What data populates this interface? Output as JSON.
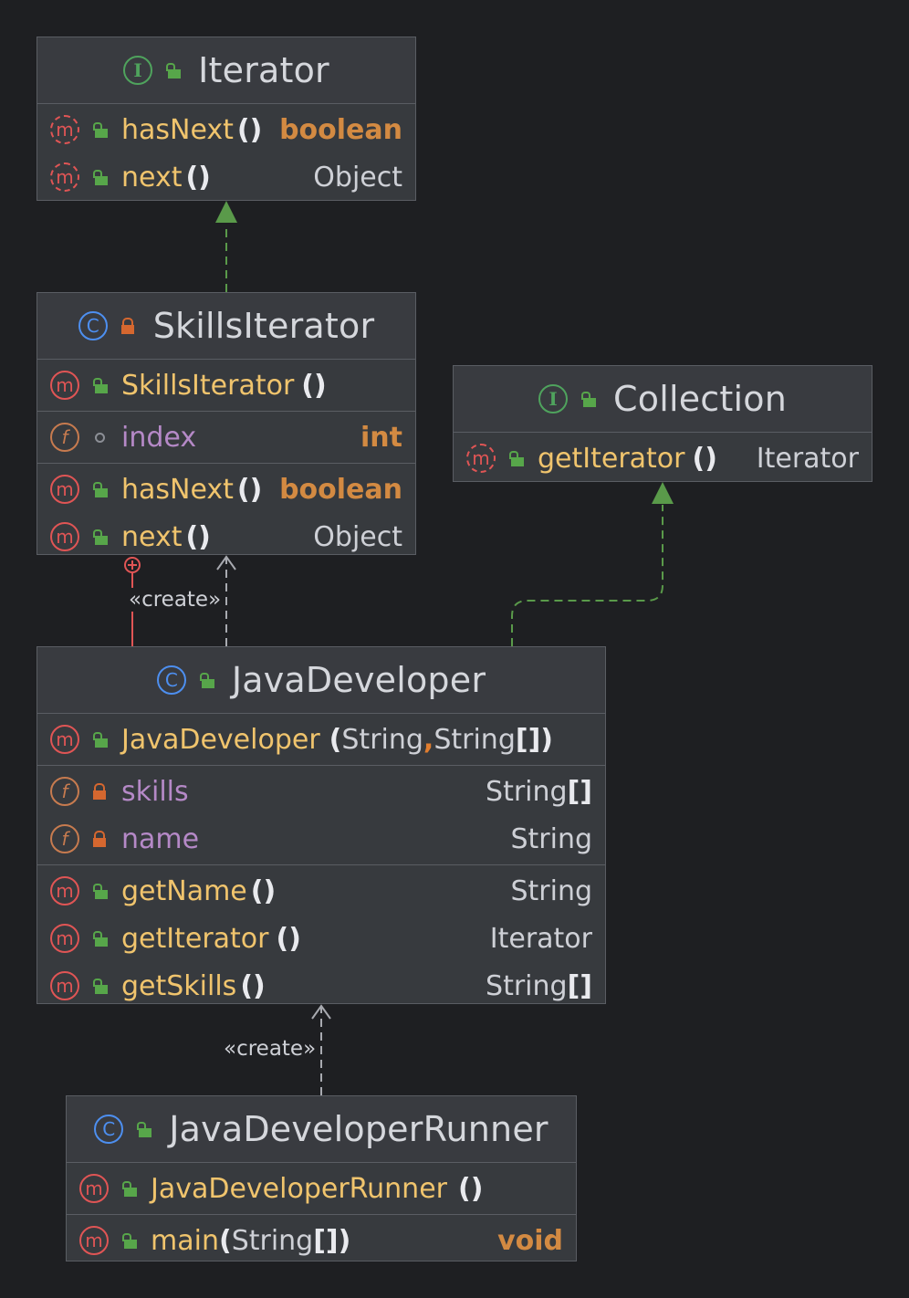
{
  "classes": {
    "iterator": {
      "name": "Iterator",
      "kind_icon": "interface-icon",
      "members": [
        {
          "name": "hasNext",
          "type": "boolean"
        },
        {
          "name": "next",
          "type": "Object"
        }
      ]
    },
    "skills_iterator": {
      "name": "SkillsIterator",
      "kind_icon": "class-icon",
      "constructor": {
        "name": "SkillsIterator"
      },
      "field": {
        "name": "index",
        "type": "int"
      },
      "methods": [
        {
          "name": "hasNext",
          "type": "boolean"
        },
        {
          "name": "next",
          "type": "Object"
        }
      ]
    },
    "collection": {
      "name": "Collection",
      "kind_icon": "interface-icon",
      "members": [
        {
          "name": "getIterator",
          "type": "Iterator"
        }
      ]
    },
    "java_developer": {
      "name": "JavaDeveloper",
      "kind_icon": "class-icon",
      "constructor": {
        "name": "JavaDeveloper",
        "arg1": "String",
        "arg2": "String"
      },
      "fields": [
        {
          "name": "skills",
          "type": "String"
        },
        {
          "name": "name",
          "type": "String"
        }
      ],
      "methods": [
        {
          "name": "getName",
          "type": "String"
        },
        {
          "name": "getIterator",
          "type": "Iterator"
        },
        {
          "name": "getSkills",
          "type": "String"
        }
      ]
    },
    "runner": {
      "name": "JavaDeveloperRunner",
      "kind_icon": "class-icon",
      "constructor": {
        "name": "JavaDeveloperRunner"
      },
      "methods": [
        {
          "name": "main",
          "arg": "String",
          "type": "void"
        }
      ]
    }
  },
  "icons": {
    "method": "m",
    "field": "f",
    "interface": "I",
    "class": "C"
  },
  "edges": {
    "create_label_1": "«create»",
    "create_label_2": "«create»"
  },
  "colors": {
    "background": "#1e1f22",
    "box": "#373a3e",
    "method_name": "#f0c46d",
    "field_name": "#b589c7",
    "keyword": "#d38a42",
    "realization": "#5a9a4a",
    "nesting": "#e05555"
  }
}
